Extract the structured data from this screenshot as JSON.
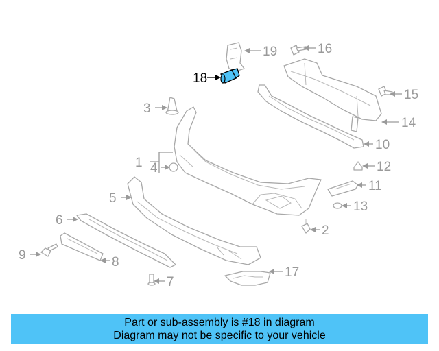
{
  "diagram": {
    "highlight_color": "#4fc3f7",
    "highlighted_part": "18",
    "callouts": {
      "c1": "1",
      "c2": "2",
      "c3": "3",
      "c4": "4",
      "c5": "5",
      "c6": "6",
      "c7": "7",
      "c8": "8",
      "c9": "9",
      "c10": "10",
      "c11": "11",
      "c12": "12",
      "c13": "13",
      "c14": "14",
      "c15": "15",
      "c16": "16",
      "c17": "17",
      "c18": "18",
      "c19": "19"
    }
  },
  "banner": {
    "line1": "Part or sub-assembly is #18 in diagram",
    "line2": "Diagram may not be specific to your vehicle",
    "background": "#4fc3f7"
  }
}
